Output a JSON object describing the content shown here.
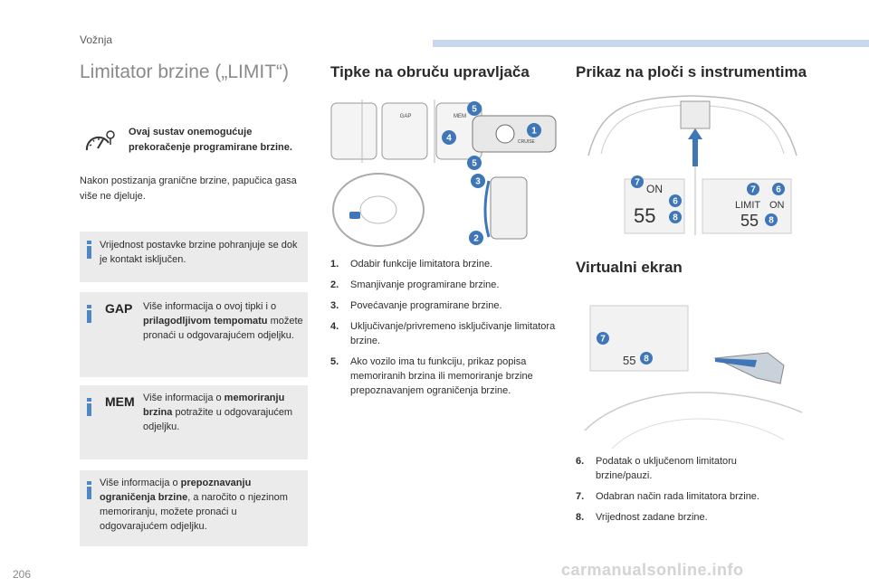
{
  "header": {
    "section": "Vožnja"
  },
  "page_title": "Limitator brzine („LIMIT“)",
  "warning": "Ovaj sustav onemogućuje prekoračenje programirane brzine.",
  "intro": "Nakon postizanja granične brzine, papučica gasa više ne djeluje.",
  "info1": "Vrijednost postavke brzine pohranjuje se dok je kontakt isključen.",
  "info_gap": {
    "tag": "GAP",
    "t1": "Više informacija o ovoj tipki i o ",
    "b1": "prilagodljivom tempomatu",
    "t2": " možete pronaći u odgovarajućem odjeljku."
  },
  "info_mem": {
    "tag": "MEM",
    "t1": "Više informacija o ",
    "b1": "memoriranju brzina",
    "t2": " potražite u odgovarajućem odjeljku."
  },
  "info4": {
    "t1": "Više informacija o ",
    "b1": "prepoznavanju ograničenja brzine",
    "t2": ", a naročito o njezinom memoriranju, možete pronaći u odgovarajućem odjeljku."
  },
  "section_buttons": "Tipke na obruču upravljača",
  "buttons_list": [
    {
      "n": "1.",
      "text": "Odabir funkcije limitatora brzine."
    },
    {
      "n": "2.",
      "text": "Smanjivanje programirane brzine."
    },
    {
      "n": "3.",
      "text": "Povećavanje programirane brzine."
    },
    {
      "n": "4.",
      "text": "Uključivanje/privremeno isključivanje limitatora brzine."
    },
    {
      "n": "5.",
      "text": "Ako vozilo ima tu funkciju, prikaz popisa memoriranih brzina ili memoriranje brzine prepoznavanjem ograničenja brzine."
    }
  ],
  "section_panel": "Prikaz na ploči s instrumentima",
  "panel": {
    "on1": "ON",
    "val1": "55",
    "limit": "LIMIT",
    "on2": "ON",
    "val2": "55"
  },
  "section_virtual": "Virtualni ekran",
  "virtual": {
    "val": "55"
  },
  "virtual_list": [
    {
      "n": "6.",
      "text": "Podatak o uključenom limitatoru brzine/pauzi."
    },
    {
      "n": "7.",
      "text": "Odabran način rada limitatora brzine."
    },
    {
      "n": "8.",
      "text": "Vrijednost zadane brzine."
    }
  ],
  "callouts": {
    "c1": "1",
    "c2": "2",
    "c3": "3",
    "c4": "4",
    "c5": "5",
    "c6": "6",
    "c7": "7",
    "c8": "8"
  },
  "switch_labels": {
    "gap": "GAP",
    "mem": "MEM",
    "cruise": "CRUISE"
  },
  "page_number": "206",
  "watermark": "carmanualsonline.info",
  "colors": {
    "accent": "#3e76b8",
    "header_bar": "#c9d7ec",
    "box_bg": "#ebebeb"
  }
}
